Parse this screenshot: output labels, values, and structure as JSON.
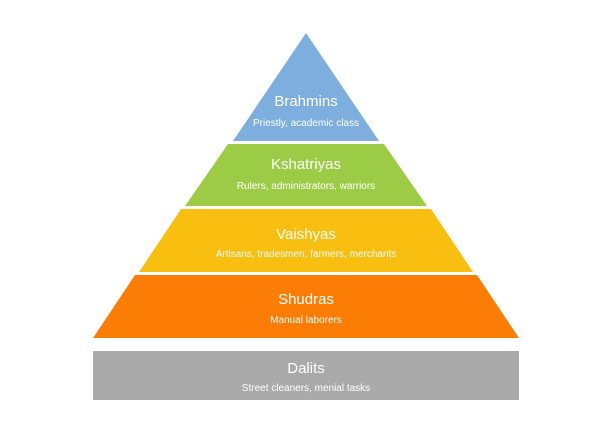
{
  "tiers": [
    {
      "title": "Brahmins",
      "description": "Priestly, academic class",
      "color": "#7eaede"
    },
    {
      "title": "Kshatriyas",
      "description": "Rulers, administrators, warriors",
      "color": "#9ccc45"
    },
    {
      "title": "Vaishyas",
      "description": "Artisans, tradesmen, farmers, merchants",
      "color": "#f9bf10"
    },
    {
      "title": "Shudras",
      "description": "Manual laborers",
      "color": "#fb7d05"
    },
    {
      "title": "Dalits",
      "description": "Street cleaners, menial tasks",
      "color": "#aaaaaa"
    }
  ]
}
